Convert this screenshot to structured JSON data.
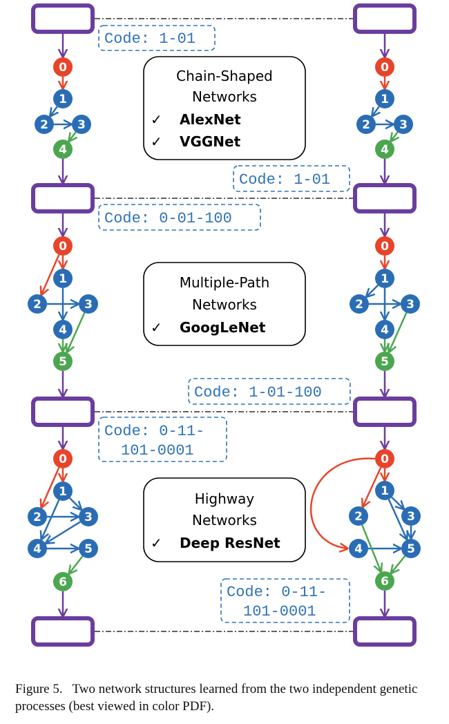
{
  "colors": {
    "purple": "#6A3D9E",
    "red": "#E8442A",
    "blue": "#2A6DB5",
    "green": "#4BA64F",
    "code": "#2F73B7",
    "divider": "#000000"
  },
  "stages": [
    {
      "label": {
        "title_lines": [
          "Chain-Shaped",
          "Networks"
        ],
        "checked_items": [
          "AlexNet",
          "VGGNet"
        ],
        "check_glyph": "✓"
      },
      "left_code": {
        "lines": [
          "Code: 1-01"
        ]
      },
      "right_code": {
        "lines": [
          "Code: 1-01"
        ]
      },
      "left_graph": {
        "nodes": [
          {
            "id": "0",
            "role": "input"
          },
          {
            "id": "1",
            "role": "hidden"
          },
          {
            "id": "2",
            "role": "hidden"
          },
          {
            "id": "3",
            "role": "hidden"
          },
          {
            "id": "4",
            "role": "output"
          }
        ],
        "edges": [
          [
            "0",
            "1"
          ],
          [
            "1",
            "2"
          ],
          [
            "2",
            "3"
          ],
          [
            "3",
            "4"
          ]
        ]
      },
      "right_graph": {
        "nodes": [
          {
            "id": "0",
            "role": "input"
          },
          {
            "id": "1",
            "role": "hidden"
          },
          {
            "id": "2",
            "role": "hidden"
          },
          {
            "id": "3",
            "role": "hidden"
          },
          {
            "id": "4",
            "role": "output"
          }
        ],
        "edges": [
          [
            "0",
            "1"
          ],
          [
            "1",
            "2"
          ],
          [
            "2",
            "3"
          ],
          [
            "3",
            "4"
          ]
        ]
      }
    },
    {
      "label": {
        "title_lines": [
          "Multiple-Path",
          "Networks"
        ],
        "checked_items": [
          "GoogLeNet"
        ],
        "check_glyph": "✓"
      },
      "left_code": {
        "lines": [
          "Code: 0-01-100"
        ]
      },
      "right_code": {
        "lines": [
          "Code: 1-01-100"
        ]
      },
      "left_graph": {
        "nodes": [
          {
            "id": "0",
            "role": "input"
          },
          {
            "id": "1",
            "role": "hidden"
          },
          {
            "id": "2",
            "role": "hidden"
          },
          {
            "id": "3",
            "role": "hidden"
          },
          {
            "id": "4",
            "role": "hidden"
          },
          {
            "id": "5",
            "role": "output"
          }
        ],
        "edges": [
          [
            "0",
            "1"
          ],
          [
            "0",
            "2"
          ],
          [
            "1",
            "4"
          ],
          [
            "2",
            "3"
          ],
          [
            "3",
            "5"
          ],
          [
            "4",
            "5"
          ]
        ]
      },
      "right_graph": {
        "nodes": [
          {
            "id": "0",
            "role": "input"
          },
          {
            "id": "1",
            "role": "hidden"
          },
          {
            "id": "2",
            "role": "hidden"
          },
          {
            "id": "3",
            "role": "hidden"
          },
          {
            "id": "4",
            "role": "hidden"
          },
          {
            "id": "5",
            "role": "output"
          }
        ],
        "edges": [
          [
            "0",
            "1"
          ],
          [
            "1",
            "2"
          ],
          [
            "1",
            "4"
          ],
          [
            "2",
            "3"
          ],
          [
            "3",
            "5"
          ],
          [
            "4",
            "5"
          ]
        ]
      }
    },
    {
      "label": {
        "title_lines": [
          "Highway",
          "Networks"
        ],
        "checked_items": [
          "Deep ResNet"
        ],
        "check_glyph": "✓"
      },
      "left_code": {
        "lines": [
          "Code: 0-11-",
          "101-0001"
        ]
      },
      "right_code": {
        "lines": [
          "Code: 0-11-",
          "101-0001"
        ]
      },
      "left_graph": {
        "nodes": [
          {
            "id": "0",
            "role": "input"
          },
          {
            "id": "1",
            "role": "hidden"
          },
          {
            "id": "2",
            "role": "hidden"
          },
          {
            "id": "3",
            "role": "hidden"
          },
          {
            "id": "4",
            "role": "hidden"
          },
          {
            "id": "5",
            "role": "hidden"
          },
          {
            "id": "6",
            "role": "output"
          }
        ],
        "edges": [
          [
            "0",
            "1"
          ],
          [
            "0",
            "2"
          ],
          [
            "1",
            "3"
          ],
          [
            "1",
            "4"
          ],
          [
            "2",
            "3"
          ],
          [
            "3",
            "4"
          ],
          [
            "4",
            "5"
          ],
          [
            "5",
            "6"
          ]
        ]
      },
      "right_graph": {
        "nodes": [
          {
            "id": "0",
            "role": "input"
          },
          {
            "id": "1",
            "role": "hidden"
          },
          {
            "id": "2",
            "role": "hidden"
          },
          {
            "id": "3",
            "role": "hidden"
          },
          {
            "id": "4",
            "role": "hidden"
          },
          {
            "id": "5",
            "role": "hidden"
          },
          {
            "id": "6",
            "role": "output"
          }
        ],
        "edges": [
          [
            "0",
            "1"
          ],
          [
            "0",
            "2"
          ],
          [
            "0",
            "4"
          ],
          [
            "1",
            "3"
          ],
          [
            "1",
            "5"
          ],
          [
            "3",
            "5"
          ],
          [
            "4",
            "5"
          ],
          [
            "2",
            "6"
          ],
          [
            "5",
            "6"
          ]
        ]
      }
    }
  ],
  "caption": {
    "figure_label": "Figure 5.",
    "text": "Two network structures learned from the two independent genetic processes (best viewed in color PDF)."
  }
}
